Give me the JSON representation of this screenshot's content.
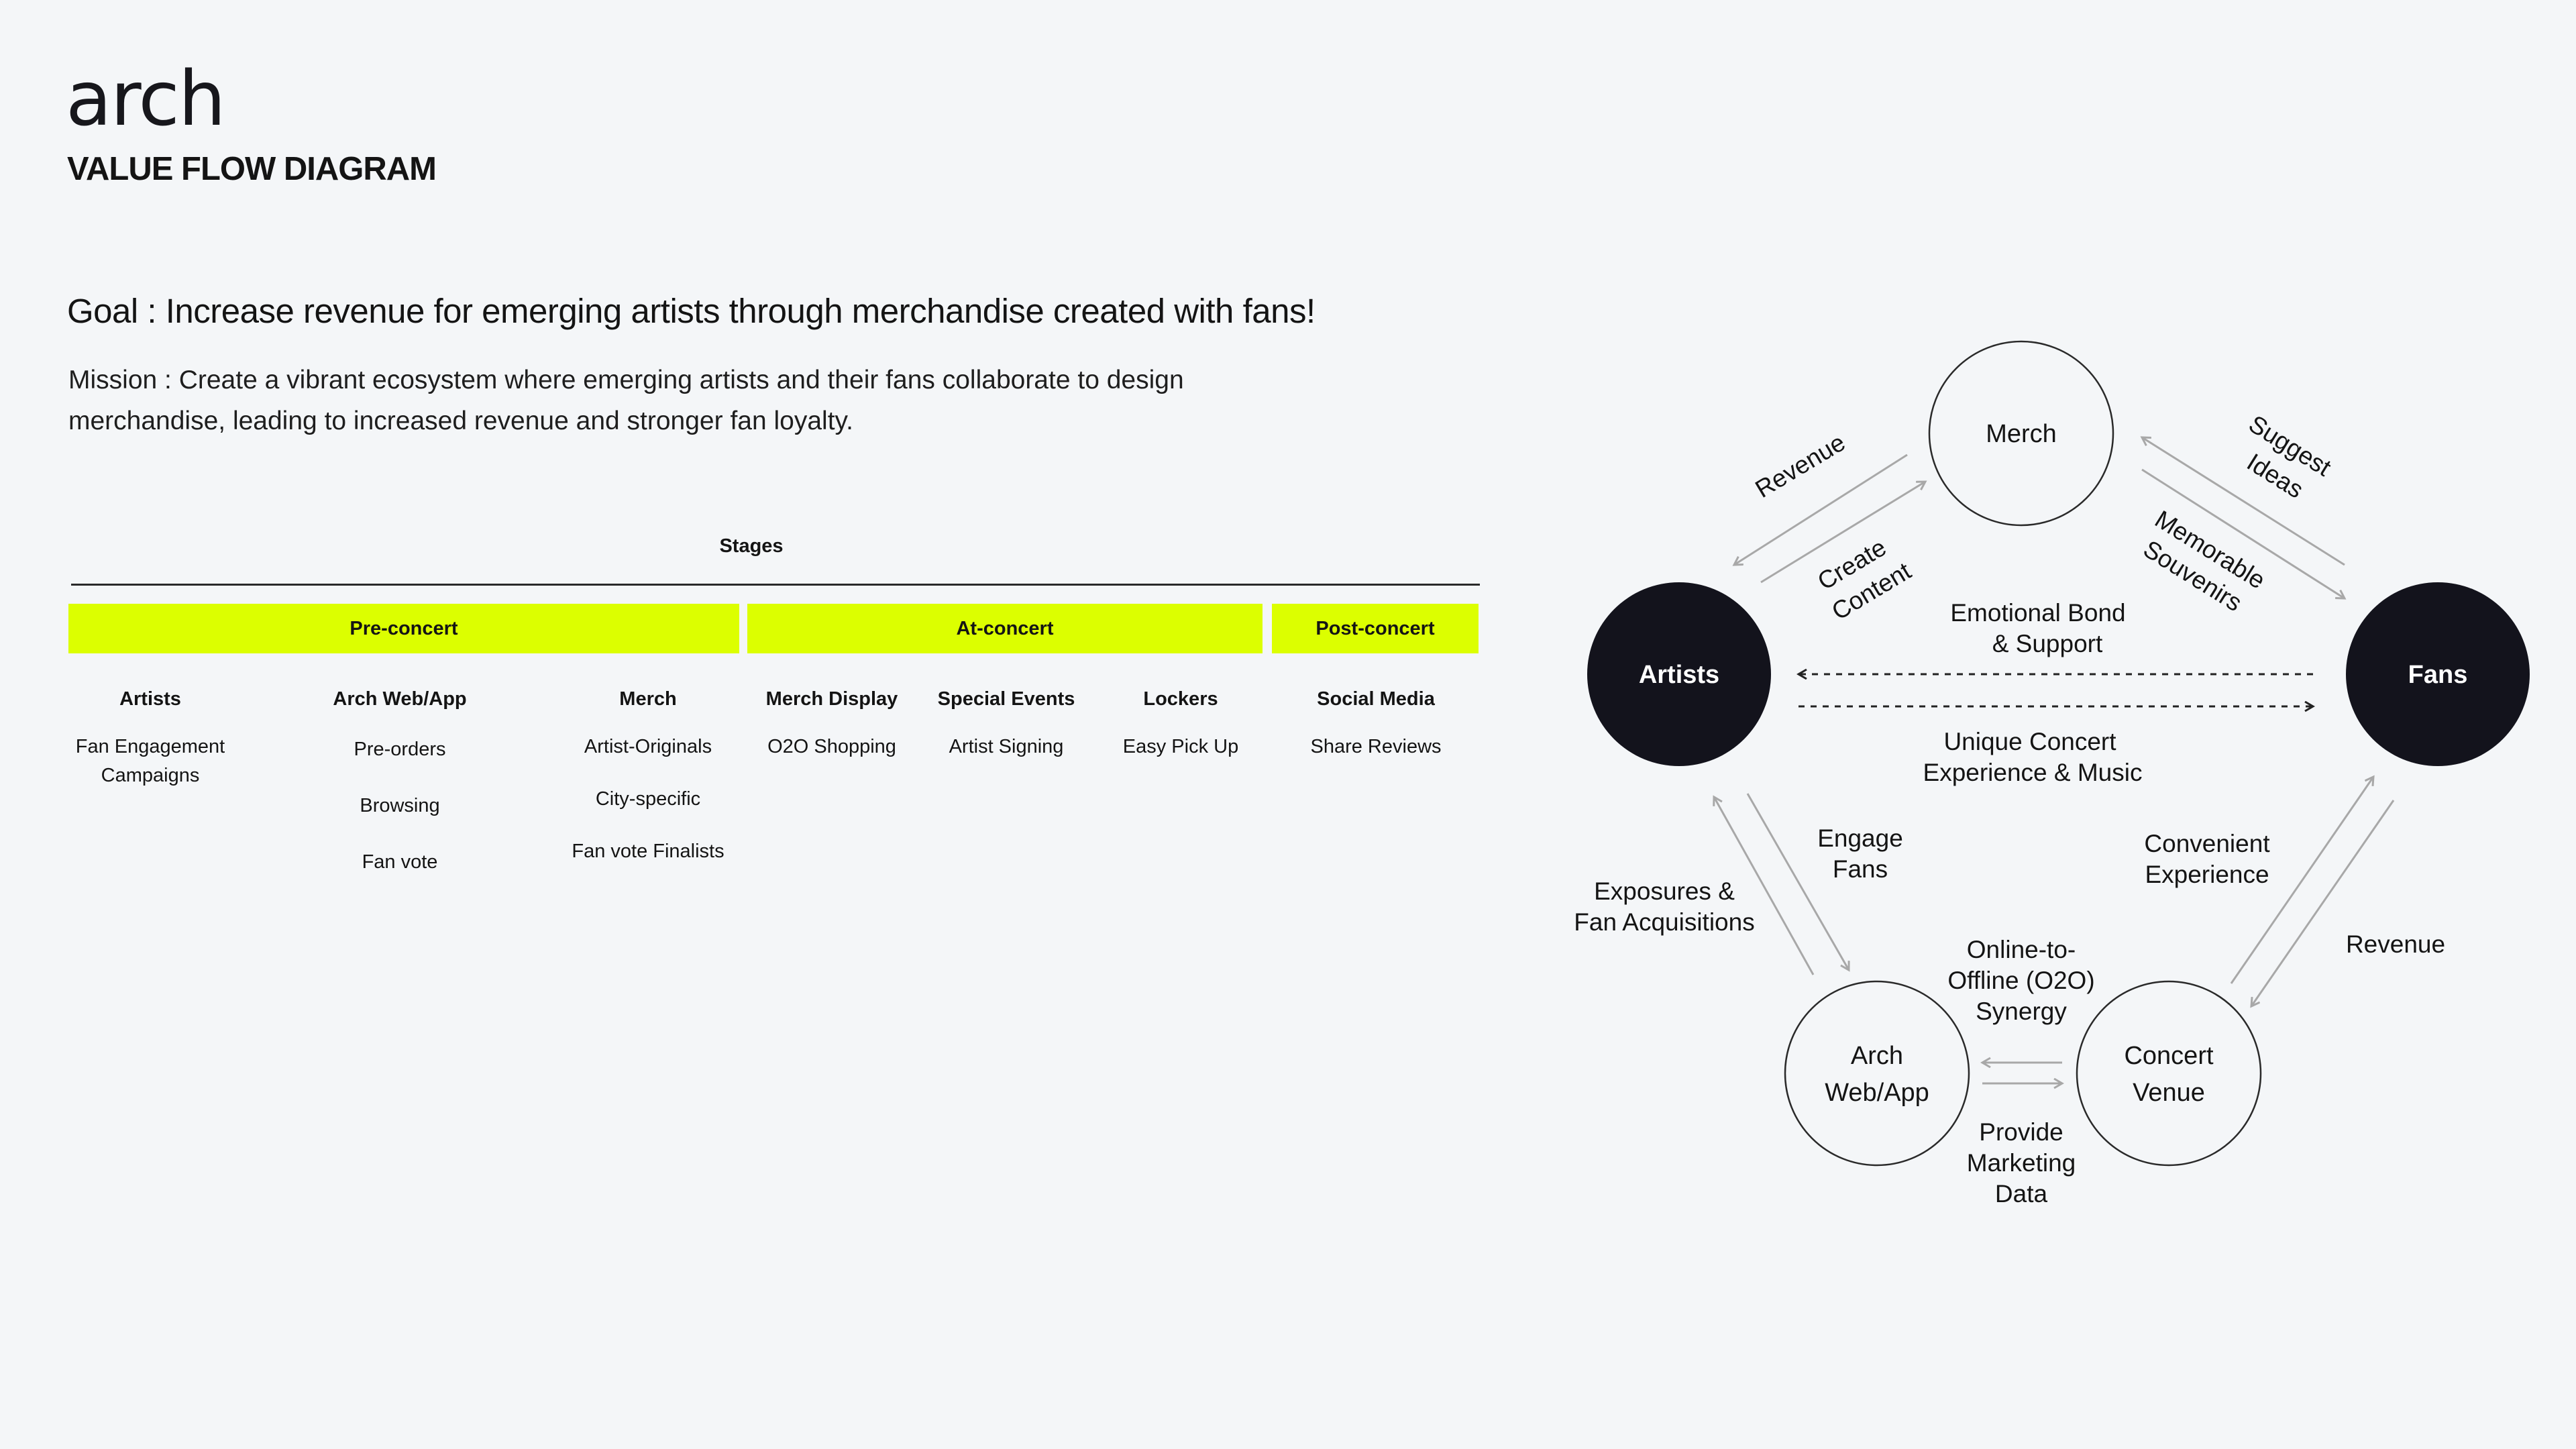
{
  "header": {
    "logo": "arch",
    "title": "VALUE FLOW DIAGRAM"
  },
  "goal": "Goal : Increase revenue for emerging artists through merchandise created with fans!",
  "mission": "Mission : Create a vibrant ecosystem where emerging artists and their fans collaborate to design merchandise, leading to increased revenue and stronger fan loyalty.",
  "stages": {
    "title": "Stages",
    "accent_color": "#dcff00",
    "bars": [
      "Pre-concert",
      "At-concert",
      "Post-concert"
    ],
    "columns": [
      {
        "head": "Artists",
        "items": [
          "Fan Engagement Campaigns"
        ]
      },
      {
        "head": "Arch Web/App",
        "items": [
          "Pre-orders",
          "Browsing",
          "Fan vote"
        ]
      },
      {
        "head": "Merch",
        "items": [
          "Artist-Originals",
          "City-specific",
          "Fan vote Finalists"
        ]
      },
      {
        "head": "Merch Display",
        "items": [
          "O2O Shopping"
        ]
      },
      {
        "head": "Special Events",
        "items": [
          "Artist Signing"
        ]
      },
      {
        "head": "Lockers",
        "items": [
          "Easy Pick Up"
        ]
      },
      {
        "head": "Social Media",
        "items": [
          "Share Reviews"
        ]
      }
    ]
  },
  "diagram": {
    "nodes": {
      "merch": "Merch",
      "artists": "Artists",
      "fans": "Fans",
      "arch_line1": "Arch",
      "arch_line2": "Web/App",
      "venue_line1": "Concert",
      "venue_line2": "Venue"
    },
    "labels": {
      "revenue_top": "Revenue",
      "create_1": "Create",
      "create_2": "Content",
      "suggest_1": "Suggest",
      "suggest_2": "Ideas",
      "memorable_1": "Memorable",
      "memorable_2": "Souvenirs",
      "bond_1": "Emotional Bond",
      "bond_2": "& Support",
      "unique_1": "Unique Concert",
      "unique_2": "Experience & Music",
      "engage_1": "Engage",
      "engage_2": "Fans",
      "exposures_1": "Exposures &",
      "exposures_2": "Fan Acquisitions",
      "convenient_1": "Convenient",
      "convenient_2": "Experience",
      "revenue_right": "Revenue",
      "o2o_1": "Online-to-",
      "o2o_2": "Offline (O2O)",
      "o2o_3": "Synergy",
      "provide_1": "Provide",
      "provide_2": "Marketing",
      "provide_3": "Data"
    },
    "dark_node_color": "#13131c",
    "arrow_color": "#a8a8a8"
  }
}
